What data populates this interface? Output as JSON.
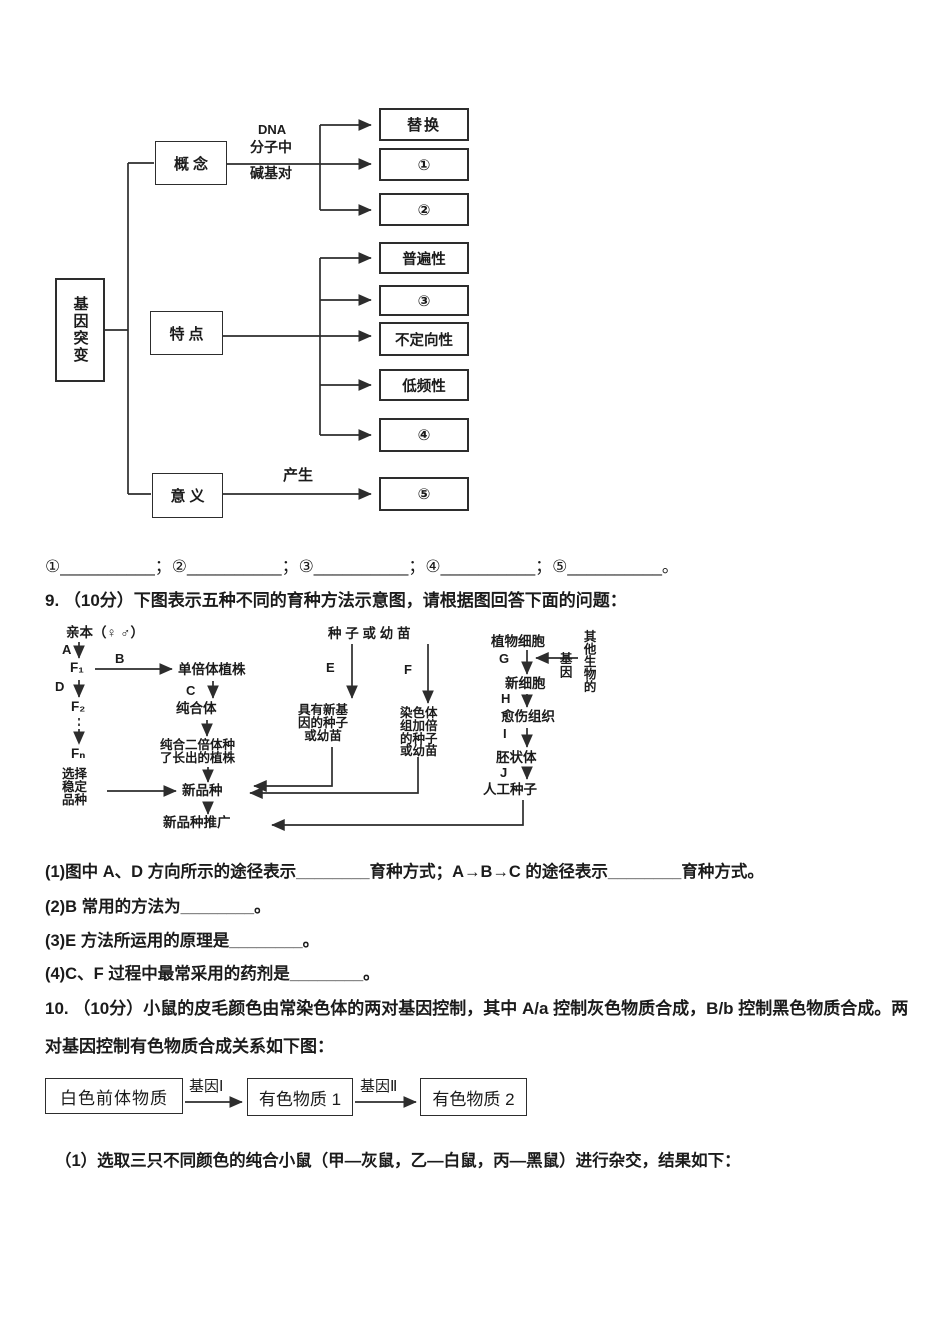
{
  "page": {
    "background": "#ffffff",
    "text_color": "#1b1b1b",
    "line_color": "#2d2d2d"
  },
  "mutation_map": {
    "root": "基因突变",
    "branch_concept": {
      "label": "概念",
      "edge_label_lines": [
        "DNA",
        "分子中",
        "碱基对"
      ],
      "targets": [
        "替换",
        "①",
        "②"
      ]
    },
    "branch_feature": {
      "label": "特点",
      "targets": [
        "普遍性",
        "③",
        "不定向性",
        "低频性",
        "④"
      ]
    },
    "branch_meaning": {
      "label": "意义",
      "edge_label": "产生",
      "targets": [
        "⑤"
      ]
    }
  },
  "answer_blanks_line": "①__________；②__________；③__________；④__________；⑤__________。",
  "q9": {
    "stem": "9. （10分）下图表示五种不同的育种方法示意图，请根据图回答下面的问题：",
    "diagram": {
      "parents": "亲本（♀ ♂）",
      "label_A": "A",
      "f1": "F₁",
      "label_B": "B",
      "label_D": "D",
      "f2": "F₂",
      "fn": "Fₙ",
      "select_stable": [
        "选择",
        "稳定",
        "品种"
      ],
      "haploid_plant": "单倍体植株",
      "label_C": "C",
      "homozygote": "纯合体",
      "homo_diploid_lines": [
        "纯合二倍体种",
        "了长出的植株"
      ],
      "new_variety": "新品种",
      "promotion": "新品种推广",
      "seed_or_seedling": "种 子 或 幼 苗",
      "label_E": "E",
      "label_F": "F",
      "new_gene_seed_lines": [
        "具有新基",
        "因的种子",
        "或幼苗"
      ],
      "doubled_seed_lines": [
        "染色体",
        "组加倍",
        "的种子",
        "或幼苗"
      ],
      "plant_cell": "植物细胞",
      "label_G": "G",
      "gene_vertical": "基因",
      "other_organism_vertical": "其他生物的",
      "new_cell": "新细胞",
      "label_H": "H",
      "callus": "愈伤组织",
      "label_I": "I",
      "embryoid": "胚状体",
      "label_J": "J",
      "artificial_seed": "人工种子"
    },
    "sub_questions": [
      "(1)图中 A、D 方向所示的途径表示________育种方式；A→B→C 的途径表示________育种方式。",
      "(2)B 常用的方法为________。",
      "(3)E 方法所运用的原理是________。",
      "(4)C、F 过程中最常采用的药剂是________。"
    ]
  },
  "q10": {
    "stem_line1": "10. （10分）小鼠的皮毛颜色由常染色体的两对基因控制，其中 A/a 控制灰色物质合成，B/b 控制黑色物质合成。两",
    "stem_line2": "对基因控制有色物质合成关系如下图：",
    "pathway": {
      "box1": "白色前体物质",
      "gene1": "基因Ⅰ",
      "box2": "有色物质 1",
      "gene2": "基因Ⅱ",
      "box3": "有色物质 2"
    },
    "sub1": "（1）选取三只不同颜色的纯合小鼠（甲—灰鼠，乙—白鼠，丙—黑鼠）进行杂交，结果如下："
  }
}
